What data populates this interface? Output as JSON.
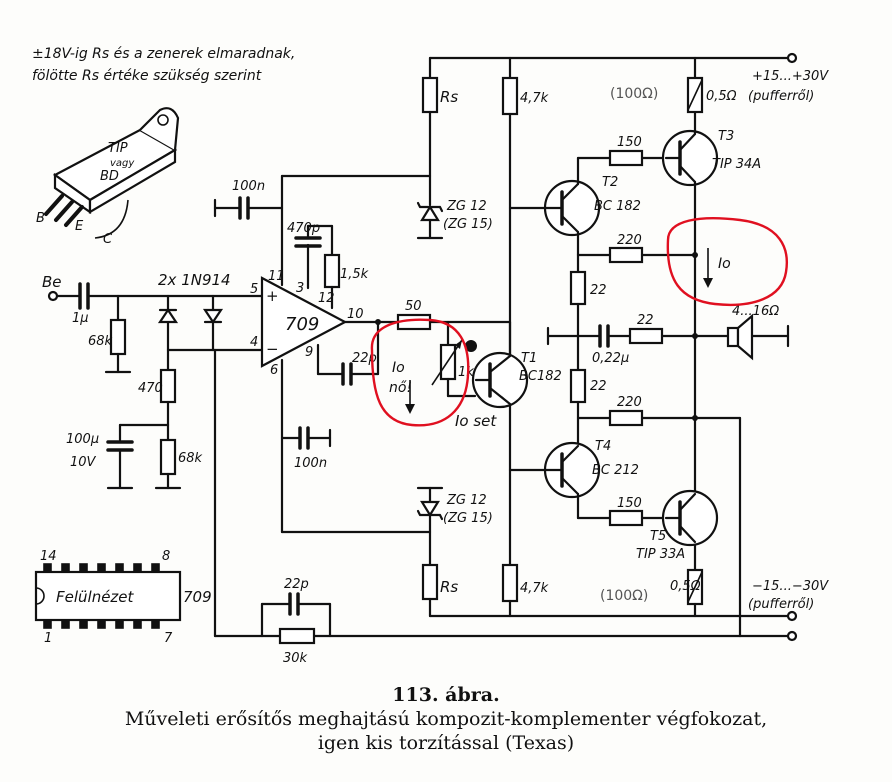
{
  "note": {
    "line1": "±18V-ig Rs és a zenerek elmaradnak,",
    "line2": "fölötte Rs értéke szükség szerint"
  },
  "package": {
    "text1": "TIP",
    "text2": "vagy",
    "text3": "BD",
    "pin_b": "B",
    "pin_e": "E",
    "pin_c": "C"
  },
  "labels": {
    "input": "Be",
    "c_in": "1μ",
    "r_68k_1": "68k",
    "diodes": "2x 1N914",
    "r_470": "470",
    "c_100u": "100μ",
    "c_100u_v": "10V",
    "r_68k_2": "68k",
    "c_100n_top": "100n",
    "c_470p": "470p",
    "r_1_5k": "1,5k",
    "c_22p_small": "22p",
    "opamp": "709",
    "pin11": "11",
    "pin3": "3",
    "pin12": "12",
    "pin5": "5",
    "pin4": "4",
    "pin9": "9",
    "pin6": "6",
    "pin10": "10",
    "plus": "+",
    "minus": "−",
    "c_100n_bottom": "100n",
    "r_s_top": "Rs",
    "zener_top": "ZG 12",
    "zener_top_alt": "(ZG 15)",
    "r_s_bottom": "Rs",
    "zener_bottom": "ZG 12",
    "zener_bottom_alt": "(ZG 15)",
    "r_4_7k_top": "4,7k",
    "r_4_7k_bottom": "4,7k",
    "r_50": "50",
    "r_1k": "1k",
    "io_set": "Io set",
    "t1": "T1",
    "t1_type": "BC182",
    "t2": "T2",
    "t2_type": "BC 182",
    "t3": "T3",
    "t3_type": "TIP 34A",
    "t4": "T4",
    "t4_type": "BC 212",
    "t5": "T5",
    "t5_type": "TIP 33A",
    "r_150_top": "150",
    "r_150_bottom": "150",
    "r_220_top": "220",
    "r_220_bottom": "220",
    "r_22_top": "22",
    "r_22_bottom": "22",
    "r_22_out": "22",
    "c_0_22u": "0,22μ",
    "speaker": "4...16Ω",
    "r_0_5_top": "0,5Ω",
    "r_0_5_bottom": "0,5Ω",
    "supply_pos": "+15...+30V",
    "supply_pos_note": "(pufferről)",
    "supply_neg": "−15...−30V",
    "supply_neg_note": "(pufferről)",
    "io": "Io",
    "io_no": "Io",
    "io_no_text": "nő!",
    "c_22p_fb": "22p",
    "r_30k": "30k",
    "topview": "Felülnézet",
    "dip_pin14": "14",
    "dip_pin8": "8",
    "dip_pin1": "1",
    "dip_pin7": "7",
    "dip_name": "709",
    "hand_top": "(100Ω)",
    "hand_bottom": "(100Ω)"
  },
  "caption": {
    "number": "113. ábra.",
    "line1": "Műveleti erősítős meghajtású kompozit-komplementer végfokozat,",
    "line2": "igen kis torzítással (Texas)"
  }
}
